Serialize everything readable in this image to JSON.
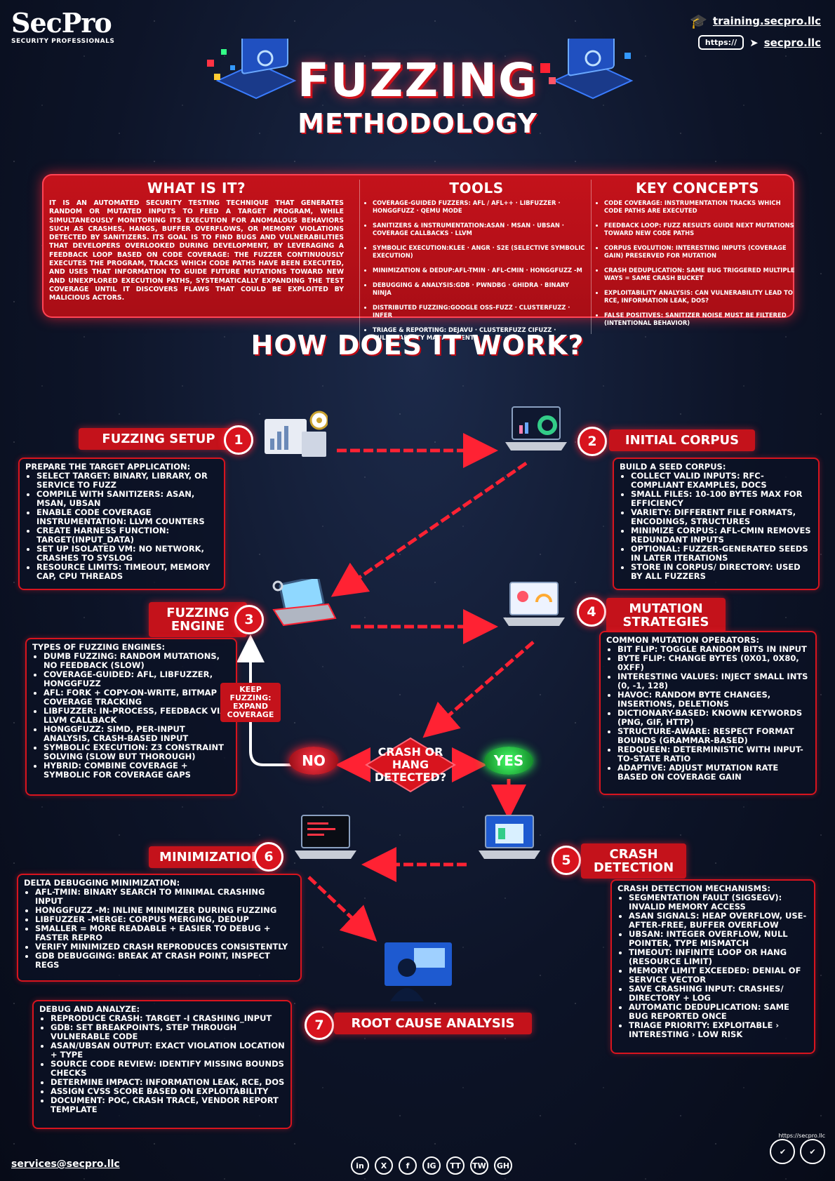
{
  "brand": {
    "name": "SecPro",
    "tagline": "SECURITY PROFESSIONALS"
  },
  "links": {
    "training": "training.secpro.llc",
    "url_prefix": "https://",
    "site": "secpro.llc"
  },
  "title": {
    "line1": "FUZZING",
    "line2": "METHODOLOGY"
  },
  "what": {
    "heading": "WHAT IS IT?",
    "text": "It is an automated security testing technique that generates random or mutated inputs to feed a target program, while simultaneously monitoring its execution for anomalous behaviors such as crashes, hangs, buffer overflows, or memory violations detected by sanitizers. Its goal is to find bugs and vulnerabilities that developers overlooked during development, by leveraging a feedback loop based on code coverage: the fuzzer continuously executes the program, tracks which code paths have been executed, and uses that information to guide future mutations toward new and unexplored execution paths, systematically expanding the test coverage until it discovers flaws that could be exploited by malicious actors."
  },
  "tools": {
    "heading": "TOOLS",
    "items": [
      "Coverage-Guided Fuzzers: AFL / AFL++ · libFuzzer · Honggfuzz · QEMU mode",
      "Sanitizers & Instrumentation:ASan · MSan · UBSan · Coverage callbacks · LLVM",
      "Symbolic Execution:KLEE · angr · S2E (selective symbolic execution)",
      "Minimization & Dedup:afl-tmin · afl-cmin · honggfuzz -M",
      "Debugging & Analysis:GDB · pwndbg · Ghidra · Binary Ninja",
      "Distributed Fuzzing:Google OSS-Fuzz · ClusterFuzz · Infer",
      "Triage & Reporting: Dejavu · ClusterFuzz CIFuzz · Vulnerability Management"
    ]
  },
  "concepts": {
    "heading": "KEY CONCEPTS",
    "items": [
      "Code coverage: instrumentation tracks which code paths are executed",
      "Feedback loop: fuzz results guide next mutations toward new code paths",
      "Corpus evolution: interesting inputs (coverage gain) preserved for mutation",
      "Crash deduplication: same bug triggered multiple ways = same crash bucket",
      "Exploitability analysis: can vulnerability lead to RCE, information leak, DoS?",
      "False positives: sanitizer noise must be filtered (intentional behavior)"
    ]
  },
  "how_heading": "HOW DOES IT WORK?",
  "steps": {
    "s1": {
      "num": "1",
      "label": "FUZZING SETUP",
      "head": "PREPARE THE TARGET APPLICATION:",
      "items": [
        "Select target: binary, library, or service to fuzz",
        "Compile with sanitizers: ASan, MSan, UBSan",
        "Enable code coverage instrumentation: LLVM counters",
        "Create harness function: target(input_data)",
        "Set up isolated VM: no network, crashes to syslog",
        "Resource limits: timeout, memory cap, CPU threads"
      ]
    },
    "s2": {
      "num": "2",
      "label": "INITIAL CORPUS",
      "head": "BUILD A SEED CORPUS:",
      "items": [
        "Collect valid inputs: RFC-compliant examples, docs",
        "Small files: 10-100 bytes max for efficiency",
        "Variety: different file formats, encodings, structures",
        "Minimize corpus: afl-cmin removes redundant inputs",
        "Optional: fuzzer-generated seeds in later iterations",
        "Store in corpus/ directory: used by all fuzzers"
      ]
    },
    "s3": {
      "num": "3",
      "label": "FUZZING ENGINE",
      "head": "TYPES OF FUZZING ENGINES:",
      "items": [
        "Dumb fuzzing: random mutations, no feedback (slow)",
        "Coverage-guided: AFL, libFuzzer, Honggfuzz",
        "AFL: fork + copy-on-write, bitmap coverage tracking",
        "libFuzzer: in-process, feedback via LLVM callback",
        "Honggfuzz: SIMD, per-input analysis, crash-based input",
        "Symbolic execution: Z3 constraint solving (slow but thorough)",
        "Hybrid: combine coverage + symbolic for coverage gaps"
      ]
    },
    "s4": {
      "num": "4",
      "label": "MUTATION STRATEGIES",
      "head": "COMMON MUTATION OPERATORS:",
      "items": [
        "Bit flip: toggle random bits in input",
        "Byte flip: change bytes (0x01, 0x80, 0xFF)",
        "Interesting values: inject small ints (0, -1, 128)",
        "Havoc: random byte changes, insertions, deletions",
        "Dictionary-based: known keywords (PNG, GIF, HTTP)",
        "Structure-aware: respect format bounds (grammar-based)",
        "RedQueen: deterministic with input-to-state ratio",
        "Adaptive: adjust mutation rate based on coverage gain"
      ]
    },
    "s5": {
      "num": "5",
      "label": "CRASH DETECTION",
      "head": "CRASH DETECTION MECHANISMS:",
      "items": [
        "Segmentation fault (SIGSEGV): invalid memory access",
        "ASan signals: heap overflow, use-after-free, buffer overflow",
        "UBSan: integer overflow, null pointer, type mismatch",
        "Timeout: infinite loop or hang (resource limit)",
        "Memory limit exceeded: denial of service vector",
        "Save crashing input: crashes/ directory + log",
        "Automatic deduplication: same bug reported once",
        "Triage priority: exploitable › interesting › low risk"
      ]
    },
    "s6": {
      "num": "6",
      "label": "MINIMIZATION",
      "head": "DELTA DEBUGGING MINIMIZATION:",
      "items": [
        "afl-tmin: binary search to minimal crashing input",
        "honggfuzz -M: inline minimizer during fuzzing",
        "libFuzzer -merge: corpus merging, dedup",
        "Smaller = more readable + easier to debug + faster repro",
        "Verify minimized crash reproduces consistently",
        "GDB debugging: break at crash point, inspect regs"
      ]
    },
    "s7": {
      "num": "7",
      "label": "ROOT CAUSE ANALYSIS",
      "head": "DEBUG AND ANALYZE:",
      "items": [
        "Reproduce crash: target -i crashing_input",
        "GDB: set breakpoints, step through vulnerable code",
        "ASan/UBSan output: exact violation location + type",
        "Source code review: identify missing bounds checks",
        "Determine impact: information leak, RCE, DoS",
        "Assign CVSS score based on exploitability",
        "Document: PoC, crash trace, vendor report template"
      ]
    }
  },
  "decision": {
    "text": "CRASH OR HANG DETECTED?",
    "no": "NO",
    "yes": "YES",
    "keep": "KEEP FUZZING: EXPAND COVERAGE"
  },
  "footer": {
    "email": "services@secpro.llc",
    "badge_url": "https://secpro.llc",
    "social": [
      "in",
      "X",
      "f",
      "IG",
      "TT",
      "TW",
      "GH"
    ]
  },
  "colors": {
    "accent": "#d8141e",
    "panel": "#c4121b",
    "yes": "#33ff55"
  }
}
